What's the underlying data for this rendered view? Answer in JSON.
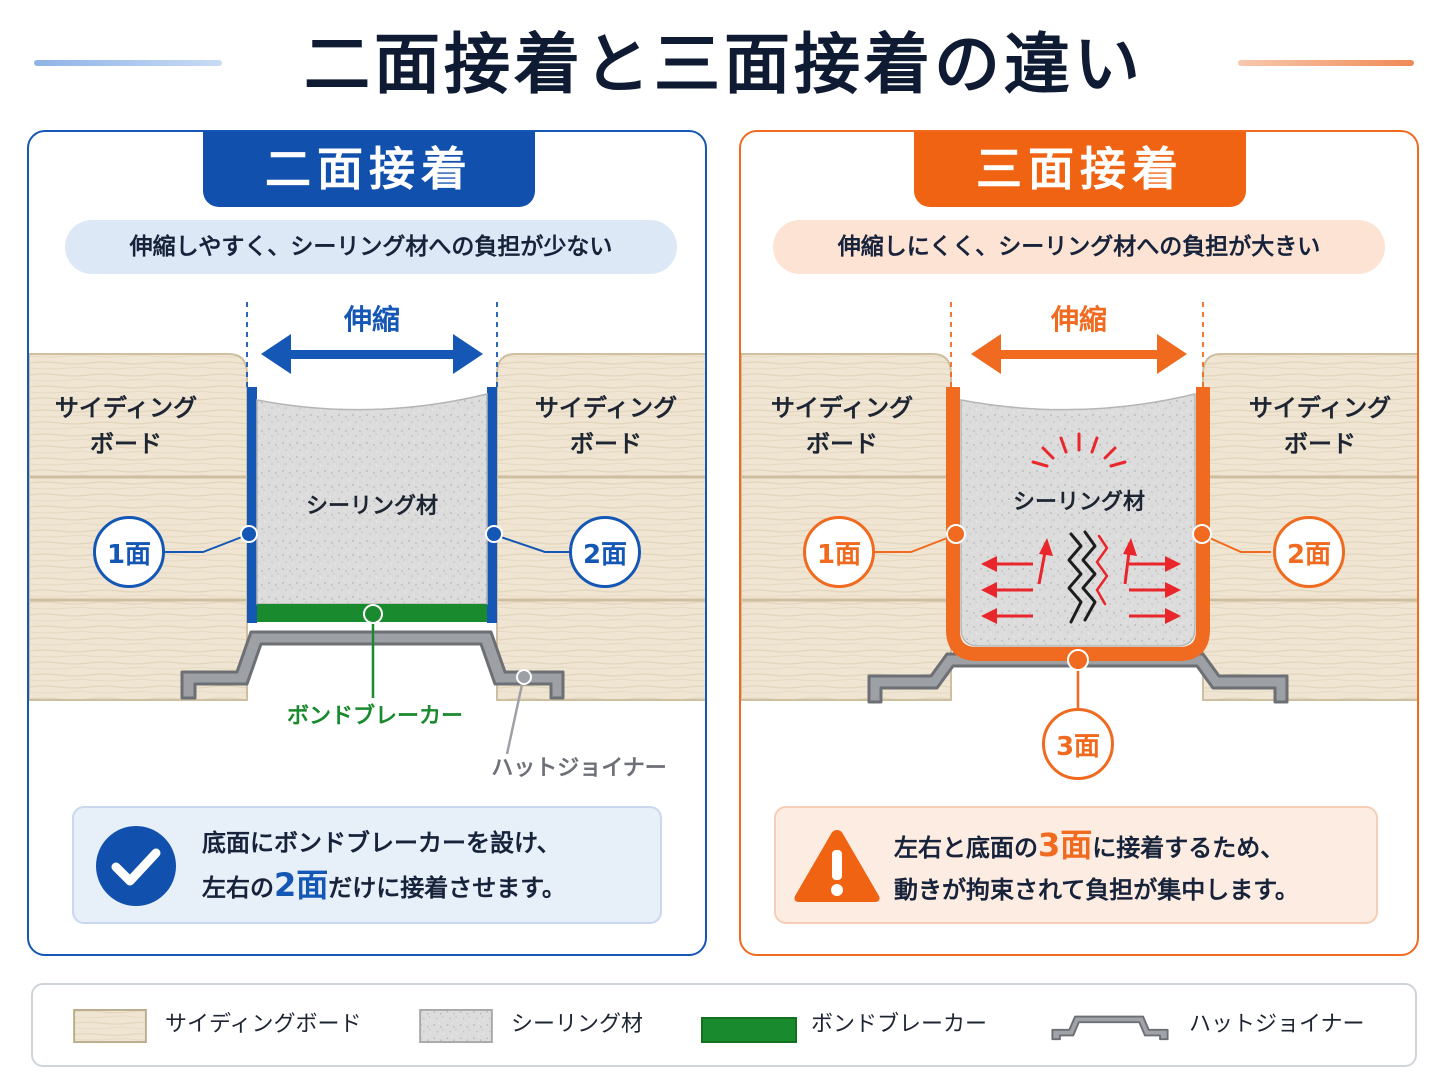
{
  "title": "二面接着と三面接着の違い",
  "colors": {
    "blue": "#1557b5",
    "orange": "#f06a1f",
    "green": "#1a8a2e",
    "board": "#efe5d2",
    "sealant": "#d9d9d9",
    "joiner": "#8a8d92"
  },
  "two_face": {
    "tab": "二面接着",
    "subtitle": "伸縮しやすく、シーリング材への負担が少ない",
    "stretch": "伸縮",
    "board_left": "サイディング\nボード",
    "board_right": "サイディング\nボード",
    "sealant": "シーリング材",
    "face1": "1面",
    "face2": "2面",
    "bond_breaker": "ボンドブレーカー",
    "hat_joiner": "ハットジョイナー",
    "icon": "check-icon",
    "note_line1": "底面にボンドブレーカーを設け、",
    "note_line2_pre": "左右の",
    "note_line2_hl": "2面",
    "note_line2_post": "だけに接着させます。"
  },
  "three_face": {
    "tab": "三面接着",
    "subtitle": "伸縮しにくく、シーリング材への負担が大きい",
    "stretch": "伸縮",
    "board_left": "サイディング\nボード",
    "board_right": "サイディング\nボード",
    "sealant": "シーリング材",
    "face1": "1面",
    "face2": "2面",
    "face3": "3面",
    "icon": "warning-icon",
    "note_line1_pre": "左右と底面の",
    "note_line1_hl": "3面",
    "note_line1_post": "に接着するため、",
    "note_line2": "動きが拘束されて負担が集中します。"
  },
  "legend": [
    {
      "label": "サイディングボード",
      "icon": "siding-swatch"
    },
    {
      "label": "シーリング材",
      "icon": "sealant-swatch"
    },
    {
      "label": "ボンドブレーカー",
      "icon": "bond-breaker-swatch"
    },
    {
      "label": "ハットジョイナー",
      "icon": "hat-joiner-icon"
    }
  ]
}
